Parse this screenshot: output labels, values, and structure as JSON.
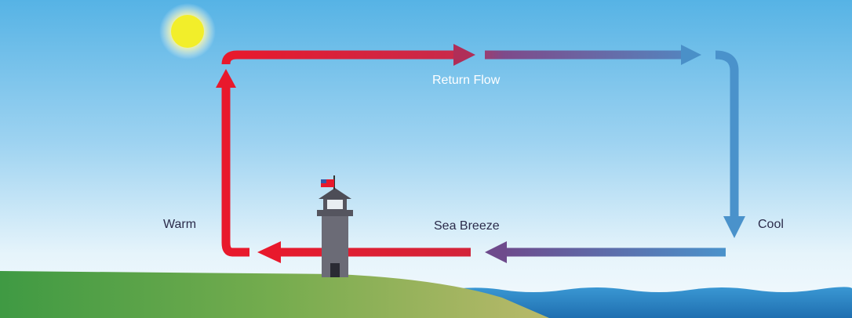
{
  "labels": {
    "return_flow": "Return Flow",
    "warm": "Warm",
    "sea_breeze": "Sea Breeze",
    "cool": "Cool"
  },
  "colors": {
    "sky_top": "#5bb6e6",
    "sky_bottom": "#eef7fc",
    "land": "#4fa04a",
    "sea": "#2a86c8",
    "warm_arrow": "#e8192c",
    "mid_arrow": "#7a4a8c",
    "cool_arrow": "#4a90c8",
    "sun": "#f2ee2a",
    "lighthouse": "#6b6b76"
  },
  "icons": {
    "sun": "sun-icon",
    "lighthouse": "lighthouse-icon",
    "flag": "flag-icon"
  }
}
